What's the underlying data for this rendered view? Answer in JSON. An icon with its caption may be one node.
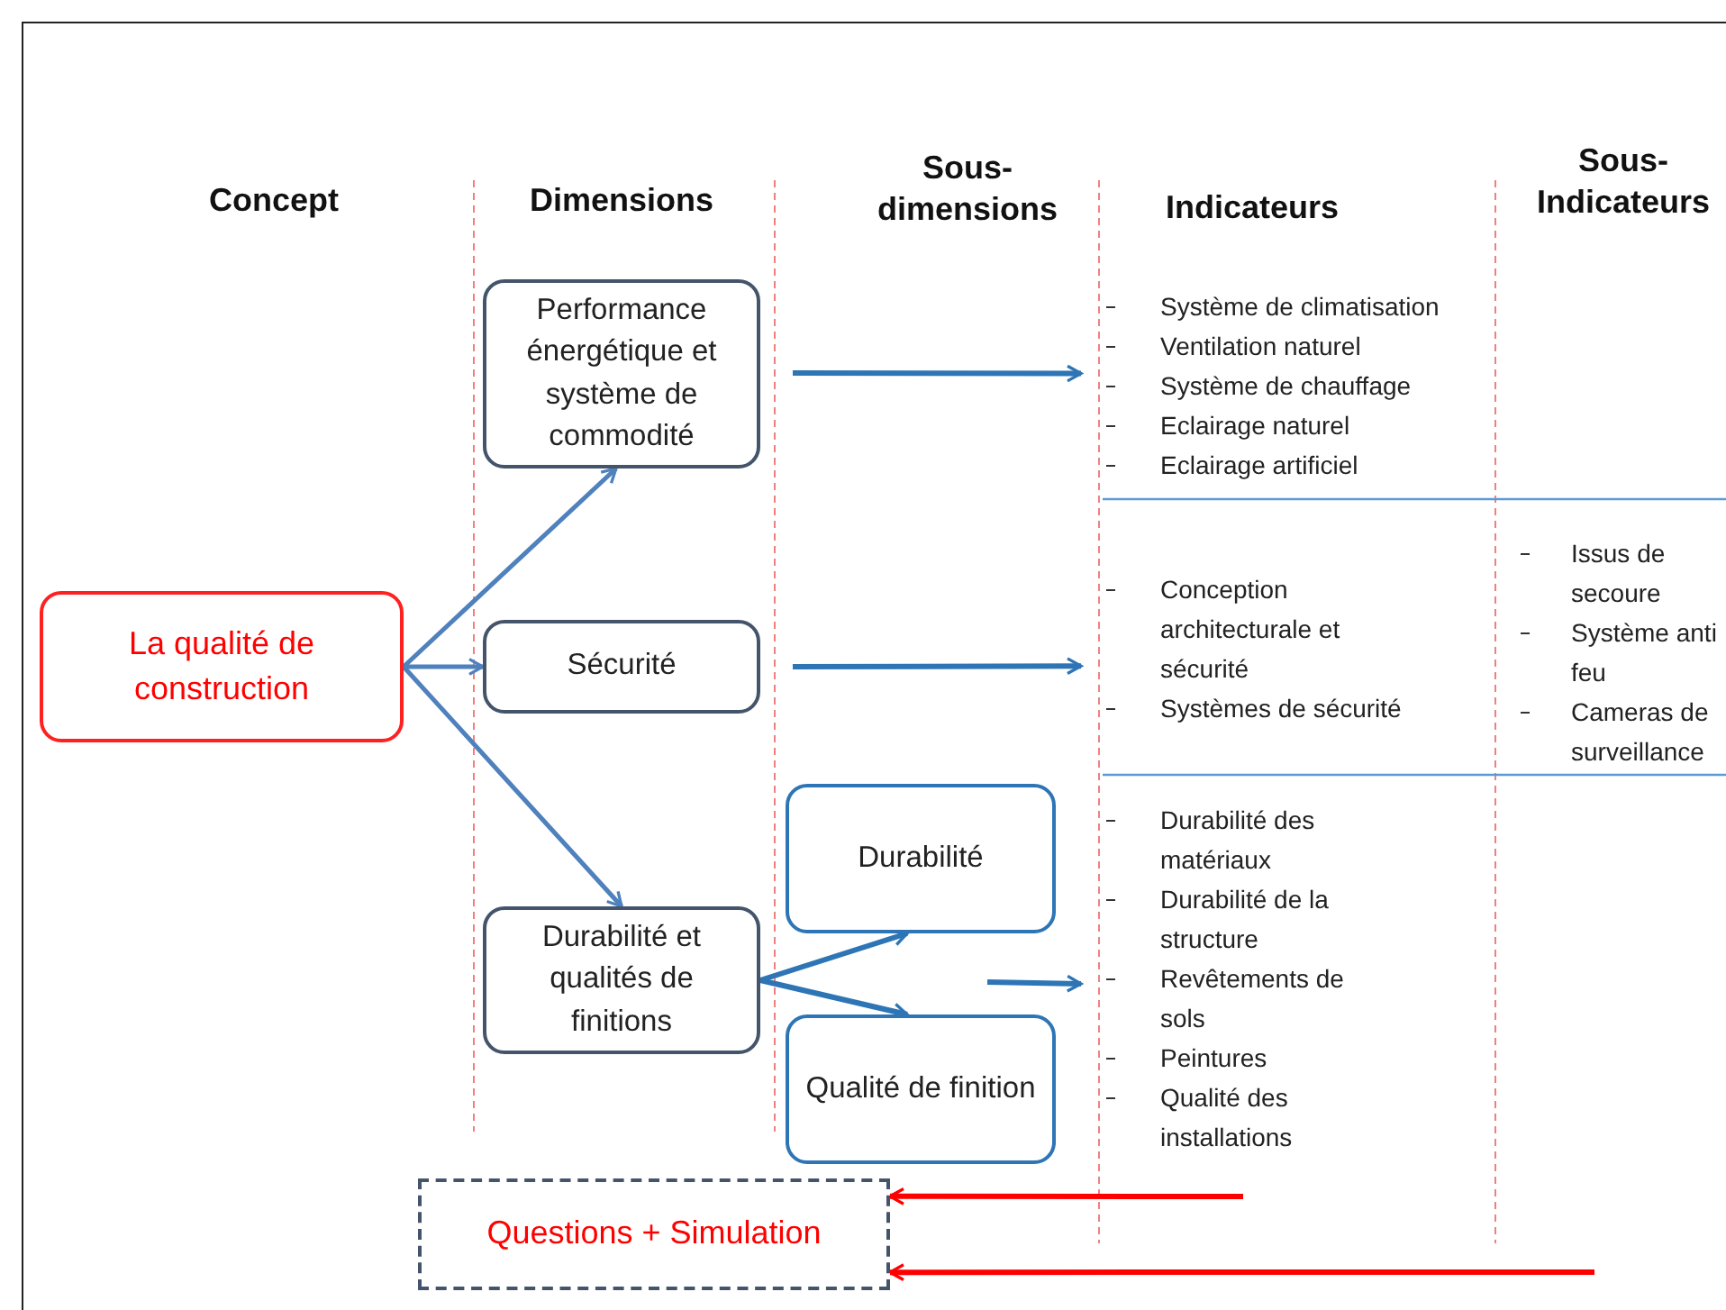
{
  "diagram": {
    "nodes": [
      {
        "text": [
          "La qualité de construction"
        ]
      },
      {
        "text": [
          "Performance énergétique et système de commodité"
        ]
      },
      {
        "text": [
          "Sécurité"
        ]
      },
      {
        "text": [
          "Durabilité et qualités de finitions"
        ]
      },
      {
        "text": [
          "Durabilité"
        ]
      },
      {
        "text": [
          "Qualité de finition"
        ]
      },
      {
        "text": [
          "Système de climatisation",
          "Ventilation naturel",
          "Système de chauffage",
          "Eclairage naturel",
          "Eclairage artificiel"
        ]
      },
      {
        "text": [
          "Conception architecturale et sécurité",
          "Systèmes de sécurité"
        ]
      },
      {
        "text": [
          "Durabilité des matériaux",
          "Durabilité de la structure",
          "Revêtements de sols",
          "Peintures",
          "Qualité des installations"
        ]
      },
      {
        "text": [
          "Questions + Simulation"
        ]
      }
    ],
    "edges": [
      {
        "from": 0,
        "to": 1,
        "arrow": "to",
        "color": "#4f81bd"
      },
      {
        "from": 0,
        "to": 2,
        "arrow": "to",
        "color": "#4f81bd"
      },
      {
        "from": 0,
        "to": 3,
        "arrow": "to",
        "color": "#4f81bd"
      },
      {
        "from": 3,
        "to": 4,
        "arrow": "to"
      },
      {
        "from": 3,
        "to": 5,
        "arrow": "to"
      },
      {
        "from": null,
        "to": 6,
        "arrow": "to"
      },
      {
        "from": null,
        "to": 7,
        "arrow": "to"
      },
      {
        "from": null,
        "to": 8,
        "arrow": "to"
      },
      {
        "from": null,
        "to": 9,
        "arrow": "to",
        "color": "#ff0000"
      },
      {
        "from": null,
        "to": 9,
        "arrow": "to",
        "color": "#ff0000"
      }
    ],
    "labels": [
      "Concept",
      "Dimensions",
      "Sous- dimensions",
      "Indicateurs",
      "Sous- Indicateurs",
      "Issus de secoure",
      "Système anti feu",
      "Cameras de surveillance"
    ]
  }
}
